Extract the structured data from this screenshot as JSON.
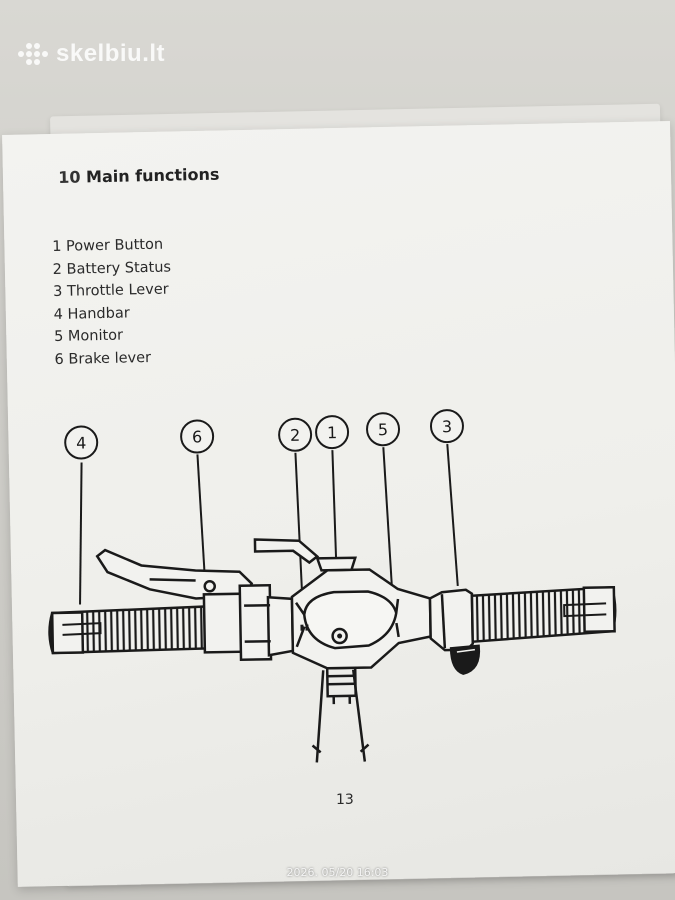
{
  "watermark": {
    "text": "skelbiu.lt"
  },
  "page": {
    "section_number": "10",
    "section_title": "Main functions",
    "legend": [
      "1 Power Button",
      "2 Battery Status",
      "3 Throttle Lever",
      "4 Handbar",
      "5 Monitor",
      "6 Brake lever"
    ],
    "callouts": [
      "4",
      "6",
      "2",
      "1",
      "5",
      "3"
    ],
    "page_number": "13"
  },
  "photo": {
    "timestamp": "2026. 05/20 16:03"
  },
  "colors": {
    "ink": "#1a1a1a",
    "paper": "#f1f1ee",
    "background": "#d2d1cc"
  }
}
